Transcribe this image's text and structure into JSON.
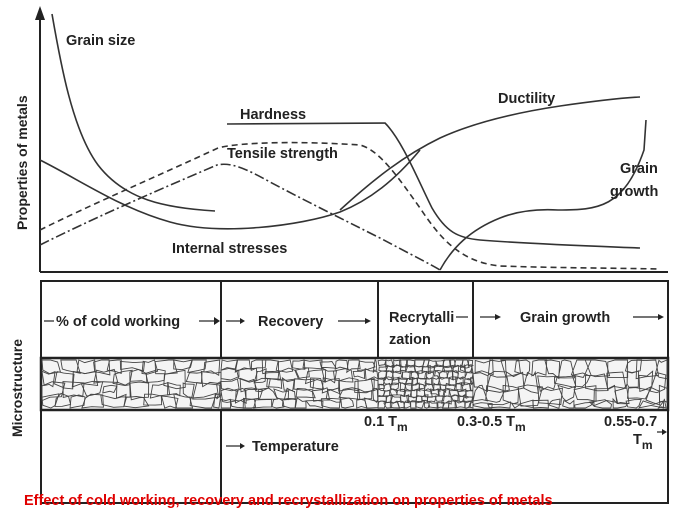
{
  "upper_plot": {
    "y_axis_label": "Properties of metals",
    "curve_labels": {
      "grain_size": "Grain size",
      "hardness": "Hardness",
      "tensile_strength": "Tensile strength",
      "internal_stresses": "Internal stresses",
      "ductility": "Ductility",
      "grain_growth_line1": "Grain",
      "grain_growth_line2": "growth"
    }
  },
  "lower_panel": {
    "y_axis_label": "Microstructure",
    "stages": {
      "cold_working": "% of cold working",
      "recovery": "Recovery",
      "recrystallization_line1": "Recrytalli",
      "recrystallization_line2": "zation",
      "grain_growth": "Grain growth"
    },
    "temperature_label": "Temperature",
    "temperature_marks": {
      "t1": "0.1 T",
      "t1_sub": "m",
      "t2": "0.3-0.5 T",
      "t2_sub": "m",
      "t3": "0.55-0.7",
      "t3_line2": "T",
      "t3_sub": "m"
    }
  },
  "caption": "Effect of cold working, recovery and recrystallization on properties of metals",
  "colors": {
    "caption": "#e00000",
    "line": "#333333"
  }
}
